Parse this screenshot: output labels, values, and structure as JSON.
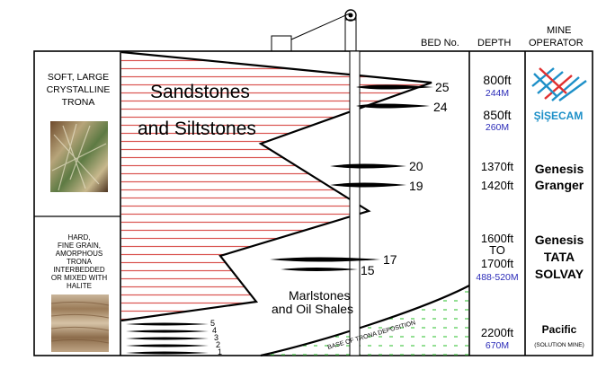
{
  "headers": {
    "bed_no": "BED No.",
    "depth": "DEPTH",
    "mine": "MINE",
    "operator": "OPERATOR"
  },
  "left_panel": {
    "top_label": [
      "SOFT, LARGE",
      "CRYSTALLINE",
      "TRONA"
    ],
    "bottom_label": [
      "HARD,",
      "FINE GRAIN,",
      "AMORPHOUS",
      "TRONA",
      "INTERBEDDED",
      "OR MIXED WITH",
      "HALITE"
    ],
    "top_image": "soft-trona-photo",
    "bottom_image": "hard-trona-photo"
  },
  "formations": {
    "upper": [
      "Sandstones",
      "and Siltstones"
    ],
    "lower": [
      "Marlstones",
      "and Oil Shales"
    ],
    "base_line": "BASE OF TRONA DEPOSITION"
  },
  "beds": [
    "25",
    "24",
    "20",
    "19",
    "17",
    "15"
  ],
  "small_beds": [
    "5",
    "4",
    "3",
    "2",
    "1"
  ],
  "depths": [
    {
      "ft": "800ft",
      "m": "244M"
    },
    {
      "ft": "850ft",
      "m": "260M"
    },
    {
      "ft": "1370ft",
      "m": ""
    },
    {
      "ft": "1420ft",
      "m": ""
    },
    {
      "ft": "1600ft",
      "m": ""
    },
    {
      "ft": "TO",
      "m": ""
    },
    {
      "ft": "1700ft",
      "m": "488-520M"
    },
    {
      "ft": "2200ft",
      "m": "670M"
    }
  ],
  "operators": {
    "sisecam": "ŞİŞECAM",
    "genesis_granger": [
      "Genesis",
      "Granger"
    ],
    "group": [
      "Genesis",
      "TATA",
      "SOLVAY"
    ],
    "pacific": "Pacific",
    "pacific_note": "(SOLUTION MINE)"
  },
  "colors": {
    "hatch": "#d9534f",
    "blue_text": "#2b2bb8",
    "sisecam_blue": "#1e90c8",
    "sisecam_red": "#e03030",
    "green_dash": "#4cc94c"
  }
}
